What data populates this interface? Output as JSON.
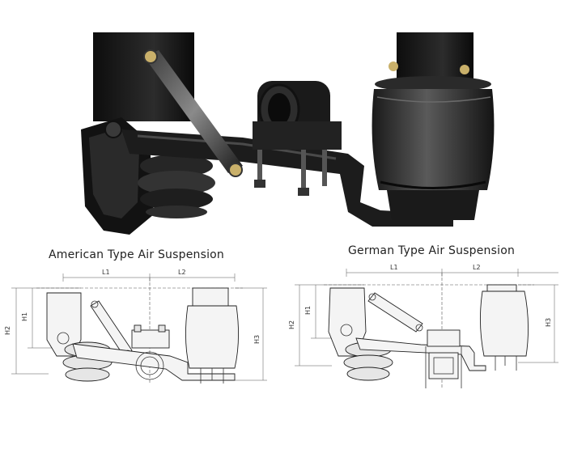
{
  "photo": {
    "description_icon": "air-suspension-photo"
  },
  "captions": {
    "american": "American Type Air Suspension",
    "german": "German Type Air Suspension"
  },
  "american_dims": {
    "l1": "L1",
    "l2": "L2",
    "h1": "H1",
    "h2": "H2",
    "h3": "H3"
  },
  "german_dims": {
    "l1": "L1",
    "l2": "L2",
    "h1": "H1",
    "h2": "H2",
    "h3": "H3"
  }
}
